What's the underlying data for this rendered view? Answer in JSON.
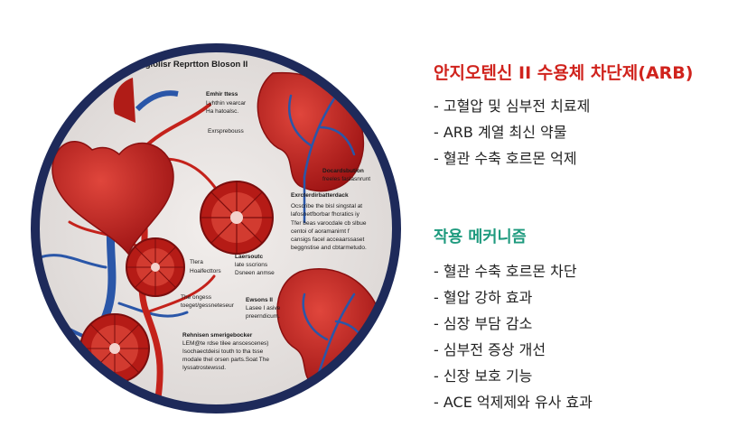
{
  "illustration": {
    "heading": "n Angiolisr Reprtton Bloson II",
    "labels": [
      "Emhir ttess",
      "Lyhthin vearcar",
      "Ha hatoalsc.",
      "Exrsprebouss",
      "Docardsbution",
      "freeles faslasnrunt",
      "Exrcterdirbatterdack",
      "Ocscribe the bisl singstal at",
      "lafosnetfborbar fhcratics iy",
      "Tfer beas varocdale cb slbue",
      "centoi of aoramanirnt f",
      "cansigs facel acceaarssaset",
      "beggnstise and cbtarmetudo.",
      "Laersoutc",
      "late sscrions",
      "Dsneen anmse",
      "Tlera",
      "Hoalfecttors",
      "The ongess",
      "toeget/gessneteseur",
      "Ewsons II",
      "Lasee I asive",
      "preerndicum.",
      "Rehnisen smerigebocker",
      "LEM@te rdse tilee anscescenes)",
      "Isochaectdeisi touth to tha tsse",
      "modale thel orsen parts.Soat The",
      "Iyssatrostewssd."
    ]
  },
  "main": {
    "title": "안지오텐신 II 수용체 차단제(ARB)",
    "items": [
      "- 고혈압 및 심부전 치료제",
      "- ARB 계열 최신 약물",
      "- 혈관 수축 호르몬 억제"
    ]
  },
  "mechanism": {
    "title": "작용 메커니즘",
    "items": [
      "- 혈관 수축 호르몬 차단",
      "- 혈압 강하 효과",
      "- 심장 부담 감소",
      "- 심부전 증상 개선",
      "- 신장 보호 기능",
      "- ACE 억제제와 유사 효과"
    ]
  },
  "colors": {
    "title_red": "#d0231d",
    "title_green": "#1e9a7e",
    "circle_border": "#1e2a5a"
  }
}
